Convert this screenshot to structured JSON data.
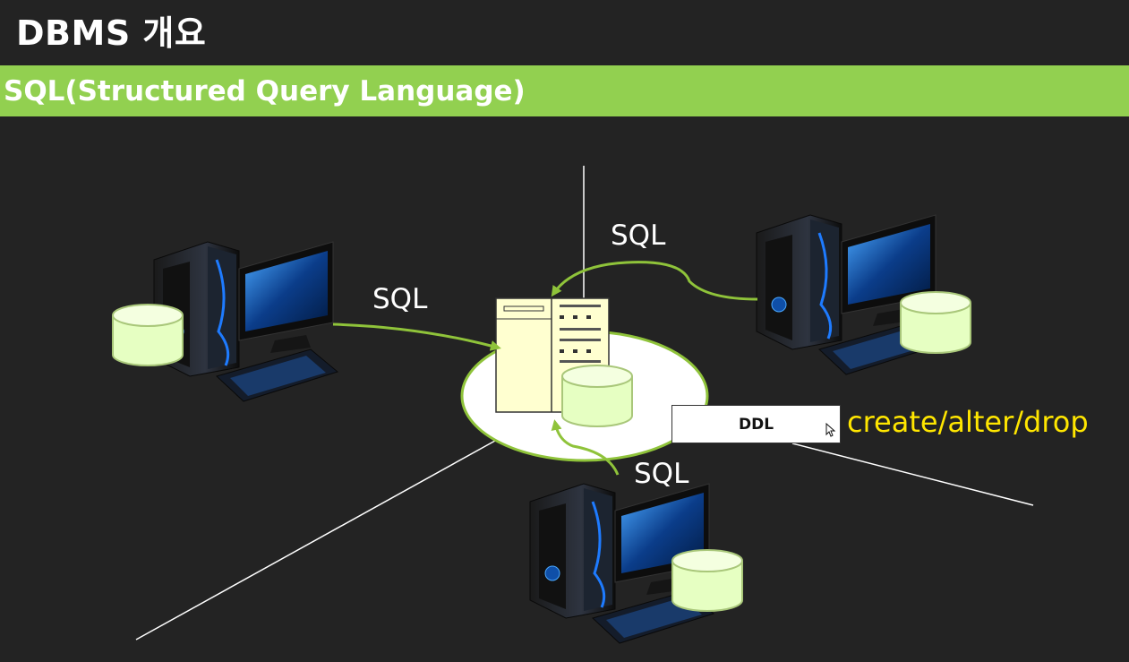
{
  "slide": {
    "title": "DBMS 개요",
    "subtitle": "SQL(Structured Query Language)"
  },
  "labels": {
    "sql_left": "SQL",
    "sql_top": "SQL",
    "sql_bottom": "SQL",
    "ddl_box": "DDL",
    "ddl_commands": "create/alter/drop"
  },
  "colors": {
    "background": "#232323",
    "band": "#92d050",
    "arrow": "#8fc33a",
    "database": "#e6ffc2",
    "server": "#ffffd0",
    "highlight": "#ffe600"
  },
  "icons": [
    "computer-icon",
    "database-icon",
    "server-icon",
    "cursor-icon"
  ]
}
